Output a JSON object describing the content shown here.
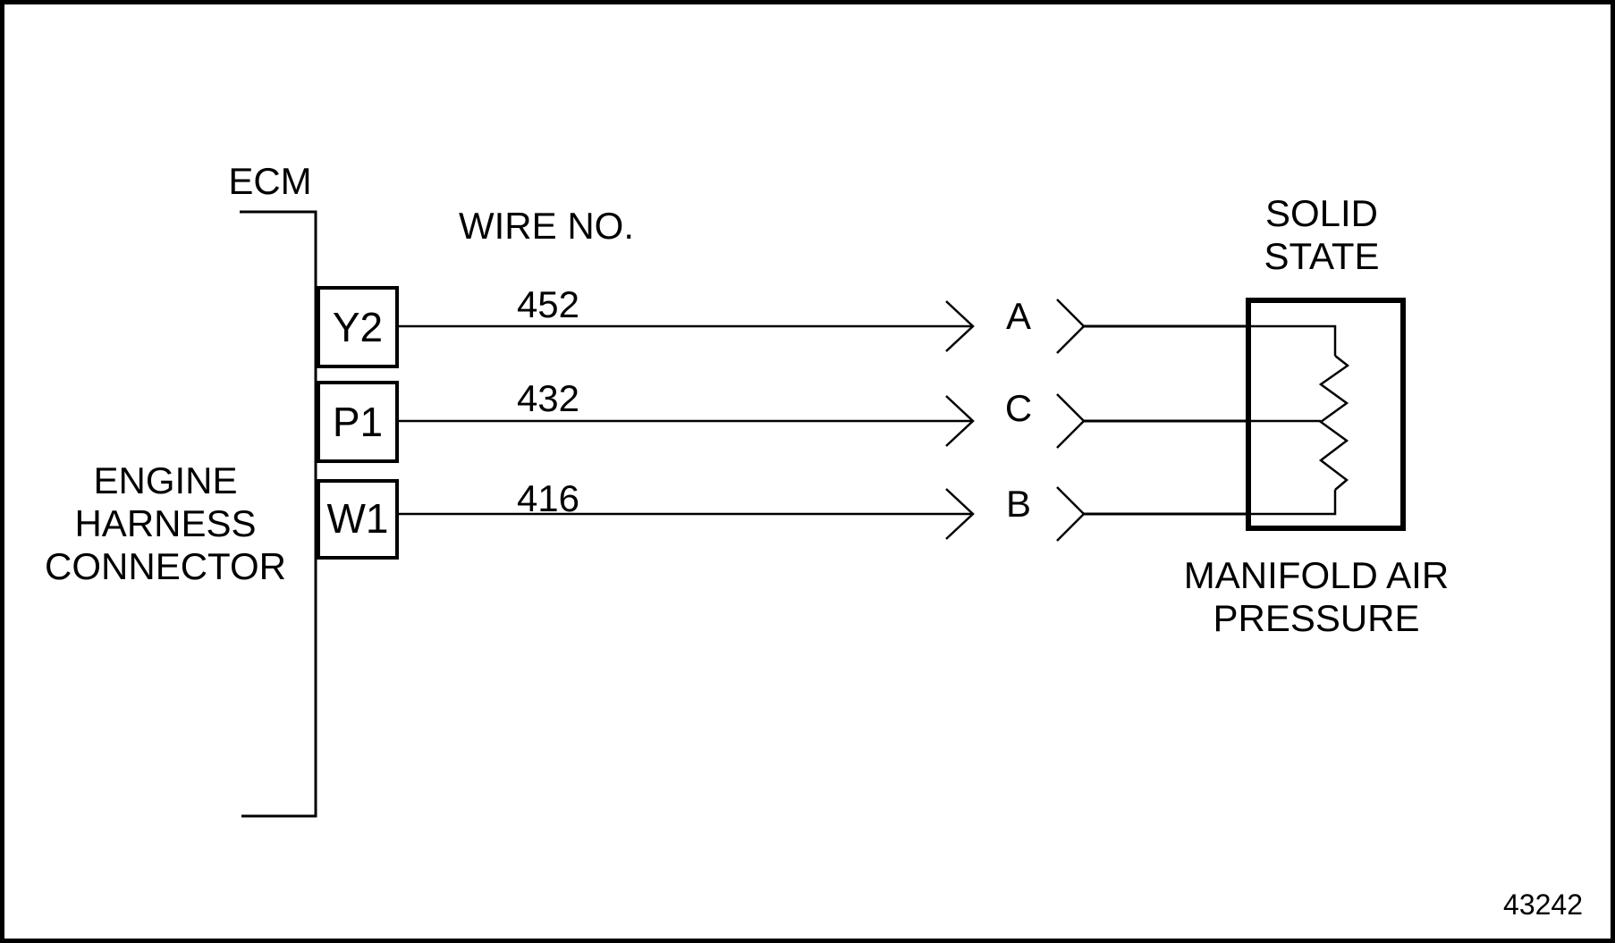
{
  "page": {
    "background": "#ffffff",
    "line_color": "#000000"
  },
  "diagram": {
    "ecm_label": "ECM",
    "wire_no_header": "WIRE NO.",
    "harness_connector_label": {
      "line1": "ENGINE",
      "line2": "HARNESS",
      "line3": "CONNECTOR"
    },
    "rows": [
      {
        "pin": "Y2",
        "wire_no": "452",
        "terminal": "A"
      },
      {
        "pin": "P1",
        "wire_no": "432",
        "terminal": "C"
      },
      {
        "pin": "W1",
        "wire_no": "416",
        "terminal": "B"
      }
    ],
    "device": {
      "type_label": {
        "line1": "SOLID",
        "line2": "STATE"
      },
      "name_label": {
        "line1": "MANIFOLD AIR",
        "line2": "PRESSURE"
      },
      "symbol": "resistor"
    },
    "figure_number": "43242"
  }
}
